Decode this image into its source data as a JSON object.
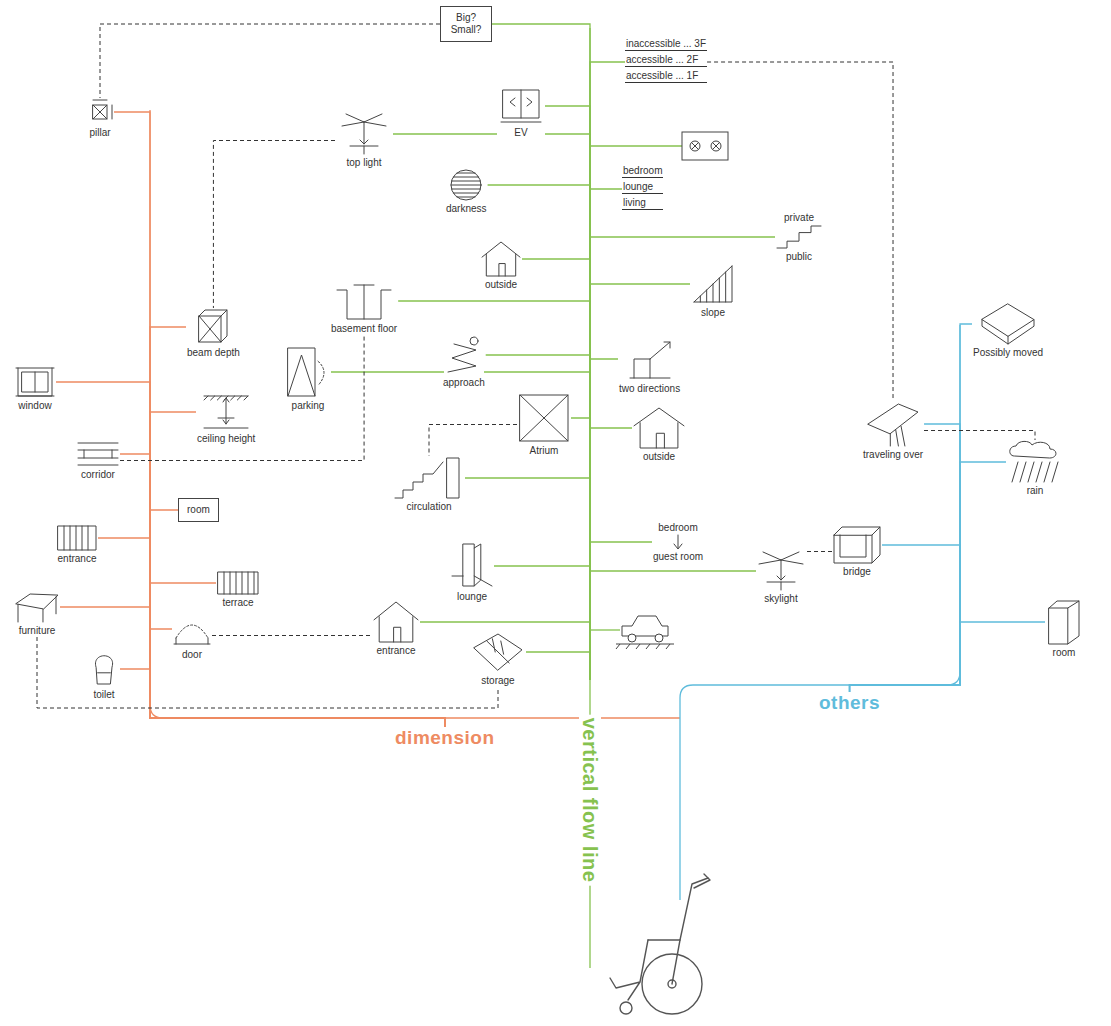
{
  "diagram": {
    "nodes": [
      {
        "text": [
          "dimension"
        ]
      },
      {
        "text": [
          "vertical flow line"
        ]
      },
      {
        "text": [
          "others"
        ]
      },
      {
        "text": [
          "Big? Small?"
        ]
      },
      {
        "text": [
          "inaccessible ... 3F",
          "accessible ... 2F",
          "accessible ... 1F"
        ]
      },
      {
        "text": [
          "EV"
        ]
      },
      {
        "text": [
          "top light"
        ]
      },
      {
        "text": [
          "darkness"
        ]
      },
      {
        "text": [
          "bedroom",
          "lounge",
          "living"
        ]
      },
      {
        "text": [
          "private",
          "public"
        ]
      },
      {
        "text": [
          "outside"
        ]
      },
      {
        "text": [
          "slope"
        ]
      },
      {
        "text": [
          "basement floor"
        ]
      },
      {
        "text": [
          "approach"
        ]
      },
      {
        "text": [
          "two directions"
        ]
      },
      {
        "text": [
          "parking"
        ]
      },
      {
        "text": [
          "Atrium"
        ]
      },
      {
        "text": [
          "outside"
        ]
      },
      {
        "text": [
          "circulation"
        ]
      },
      {
        "text": [
          "bedroom",
          "guest room"
        ]
      },
      {
        "text": [
          "lounge"
        ]
      },
      {
        "text": [
          "skylight"
        ]
      },
      {
        "text": [
          "entrance"
        ]
      },
      {
        "text": [
          "storage"
        ]
      },
      {
        "text": [
          "pillar"
        ]
      },
      {
        "text": [
          "beam depth"
        ]
      },
      {
        "text": [
          "window"
        ]
      },
      {
        "text": [
          "ceiling height"
        ]
      },
      {
        "text": [
          "corridor"
        ]
      },
      {
        "text": [
          "room"
        ]
      },
      {
        "text": [
          "entrance"
        ]
      },
      {
        "text": [
          "terrace"
        ]
      },
      {
        "text": [
          "furniture"
        ]
      },
      {
        "text": [
          "door"
        ]
      },
      {
        "text": [
          "toilet"
        ]
      },
      {
        "text": [
          "Possibly moved"
        ]
      },
      {
        "text": [
          "traveling over"
        ]
      },
      {
        "text": [
          "rain"
        ]
      },
      {
        "text": [
          "bridge"
        ]
      },
      {
        "text": [
          "room"
        ]
      }
    ],
    "edges": [
      {
        "from": 3,
        "to": 1,
        "arrow": "none"
      },
      {
        "from": 4,
        "to": 1,
        "arrow": "none"
      },
      {
        "from": 5,
        "to": 1,
        "arrow": "none"
      },
      {
        "from": 6,
        "to": 1,
        "arrow": "none"
      },
      {
        "from": 7,
        "to": 1,
        "arrow": "none"
      },
      {
        "from": 8,
        "to": 1,
        "arrow": "none"
      },
      {
        "from": 9,
        "to": 1,
        "arrow": "none"
      },
      {
        "from": 10,
        "to": 1,
        "arrow": "none"
      },
      {
        "from": 11,
        "to": 1,
        "arrow": "none"
      },
      {
        "from": 12,
        "to": 1,
        "arrow": "none"
      },
      {
        "from": 13,
        "to": 1,
        "arrow": "none"
      },
      {
        "from": 14,
        "to": 1,
        "arrow": "none"
      },
      {
        "from": 15,
        "to": 1,
        "arrow": "none"
      },
      {
        "from": 16,
        "to": 1,
        "arrow": "none"
      },
      {
        "from": 17,
        "to": 1,
        "arrow": "none"
      },
      {
        "from": 18,
        "to": 1,
        "arrow": "none"
      },
      {
        "from": 19,
        "to": 1,
        "arrow": "none"
      },
      {
        "from": 20,
        "to": 1,
        "arrow": "none"
      },
      {
        "from": 21,
        "to": 1,
        "arrow": "none"
      },
      {
        "from": 22,
        "to": 1,
        "arrow": "none"
      },
      {
        "from": 23,
        "to": 1,
        "arrow": "none"
      },
      {
        "from": 24,
        "to": 0,
        "arrow": "none"
      },
      {
        "from": 25,
        "to": 0,
        "arrow": "none"
      },
      {
        "from": 26,
        "to": 0,
        "arrow": "none"
      },
      {
        "from": 27,
        "to": 0,
        "arrow": "none"
      },
      {
        "from": 28,
        "to": 0,
        "arrow": "none"
      },
      {
        "from": 29,
        "to": 0,
        "arrow": "none"
      },
      {
        "from": 30,
        "to": 0,
        "arrow": "none"
      },
      {
        "from": 31,
        "to": 0,
        "arrow": "none"
      },
      {
        "from": 32,
        "to": 0,
        "arrow": "none"
      },
      {
        "from": 33,
        "to": 0,
        "arrow": "none"
      },
      {
        "from": 34,
        "to": 0,
        "arrow": "none"
      },
      {
        "from": 35,
        "to": 2,
        "arrow": "none"
      },
      {
        "from": 36,
        "to": 2,
        "arrow": "none"
      },
      {
        "from": 37,
        "to": 2,
        "arrow": "none"
      },
      {
        "from": 38,
        "to": 2,
        "arrow": "none"
      },
      {
        "from": 39,
        "to": 2,
        "arrow": "none"
      },
      {
        "from": 3,
        "to": 24,
        "arrow": "none"
      },
      {
        "from": 6,
        "to": 25,
        "arrow": "none"
      },
      {
        "from": 4,
        "to": 36,
        "arrow": "none"
      },
      {
        "from": 16,
        "to": 18,
        "arrow": "none"
      },
      {
        "from": 33,
        "to": 22,
        "arrow": "none"
      },
      {
        "from": 32,
        "to": 23,
        "arrow": "none"
      },
      {
        "from": 38,
        "to": 21,
        "arrow": "none"
      },
      {
        "from": 36,
        "to": 37,
        "arrow": "none"
      },
      {
        "from": 28,
        "to": 12,
        "arrow": "none"
      }
    ]
  }
}
